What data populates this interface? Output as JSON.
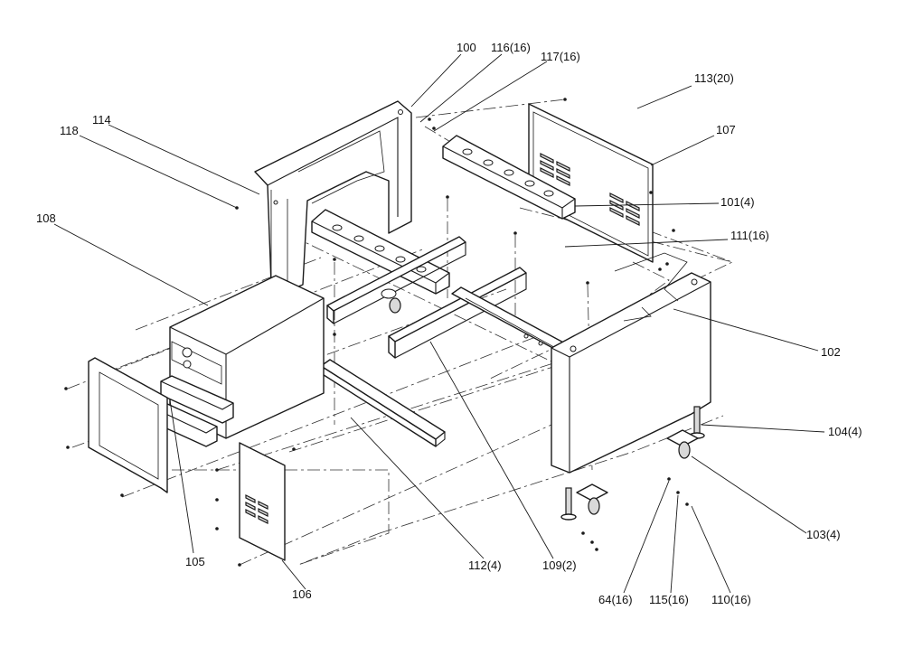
{
  "callouts": [
    {
      "id": "c100",
      "label": "100"
    },
    {
      "id": "c116",
      "label": "116(16)"
    },
    {
      "id": "c117",
      "label": "117(16)"
    },
    {
      "id": "c113",
      "label": "113(20)"
    },
    {
      "id": "c107",
      "label": "107"
    },
    {
      "id": "c114",
      "label": "114"
    },
    {
      "id": "c118",
      "label": "118"
    },
    {
      "id": "c101",
      "label": "101(4)"
    },
    {
      "id": "c111",
      "label": "111(16)"
    },
    {
      "id": "c108",
      "label": "108"
    },
    {
      "id": "c102",
      "label": "102"
    },
    {
      "id": "c104",
      "label": "104(4)"
    },
    {
      "id": "c103",
      "label": "103(4)"
    },
    {
      "id": "c105",
      "label": "105"
    },
    {
      "id": "c106",
      "label": "106"
    },
    {
      "id": "c112",
      "label": "112(4)"
    },
    {
      "id": "c109",
      "label": "109(2)"
    },
    {
      "id": "c64",
      "label": "64(16)"
    },
    {
      "id": "c115",
      "label": "115(16)"
    },
    {
      "id": "c110",
      "label": "110(16)"
    }
  ]
}
